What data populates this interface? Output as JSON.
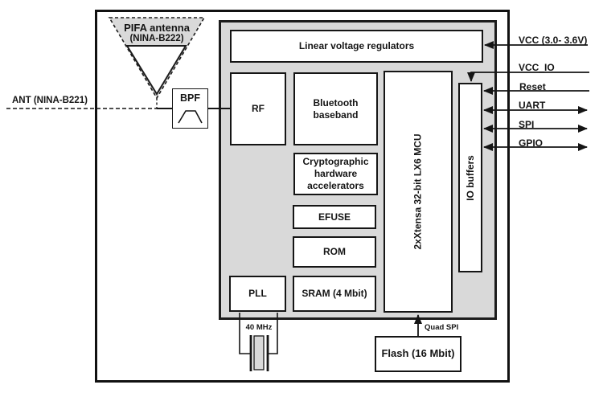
{
  "diagram": {
    "title_context": "Wireless module block diagram",
    "antenna": {
      "title": "PIFA antenna",
      "subtitle": "(NINA-B222)"
    },
    "ant_label": "ANT (NINA-B221)",
    "blocks": {
      "bpf": "BPF",
      "lvr": "Linear voltage regulators",
      "rf": "RF",
      "bt": "Bluetooth baseband",
      "crypto": "Cryptographic hardware accelerators",
      "efuse": "EFUSE",
      "rom": "ROM",
      "sram": "SRAM (4 Mbit)",
      "pll": "PLL",
      "mcu": "2xXtensa 32-bit LX6 MCU",
      "io": "IO buffers",
      "flash": "Flash (16 Mbit)"
    },
    "signals": [
      {
        "label": "VCC (3.0- 3.6V)",
        "direction": "in"
      },
      {
        "label": "VCC_IO",
        "direction": "in"
      },
      {
        "label": "Reset",
        "direction": "in"
      },
      {
        "label": "UART",
        "direction": "bidirectional"
      },
      {
        "label": "SPI",
        "direction": "bidirectional"
      },
      {
        "label": "GPIO",
        "direction": "bidirectional"
      }
    ],
    "annotations": {
      "crystal": "40 MHz",
      "quad_spi": "Quad SPI"
    },
    "colors": {
      "chip_fill": "#d9d9d9",
      "line": "#151515",
      "box_bg": "#ffffff"
    }
  }
}
